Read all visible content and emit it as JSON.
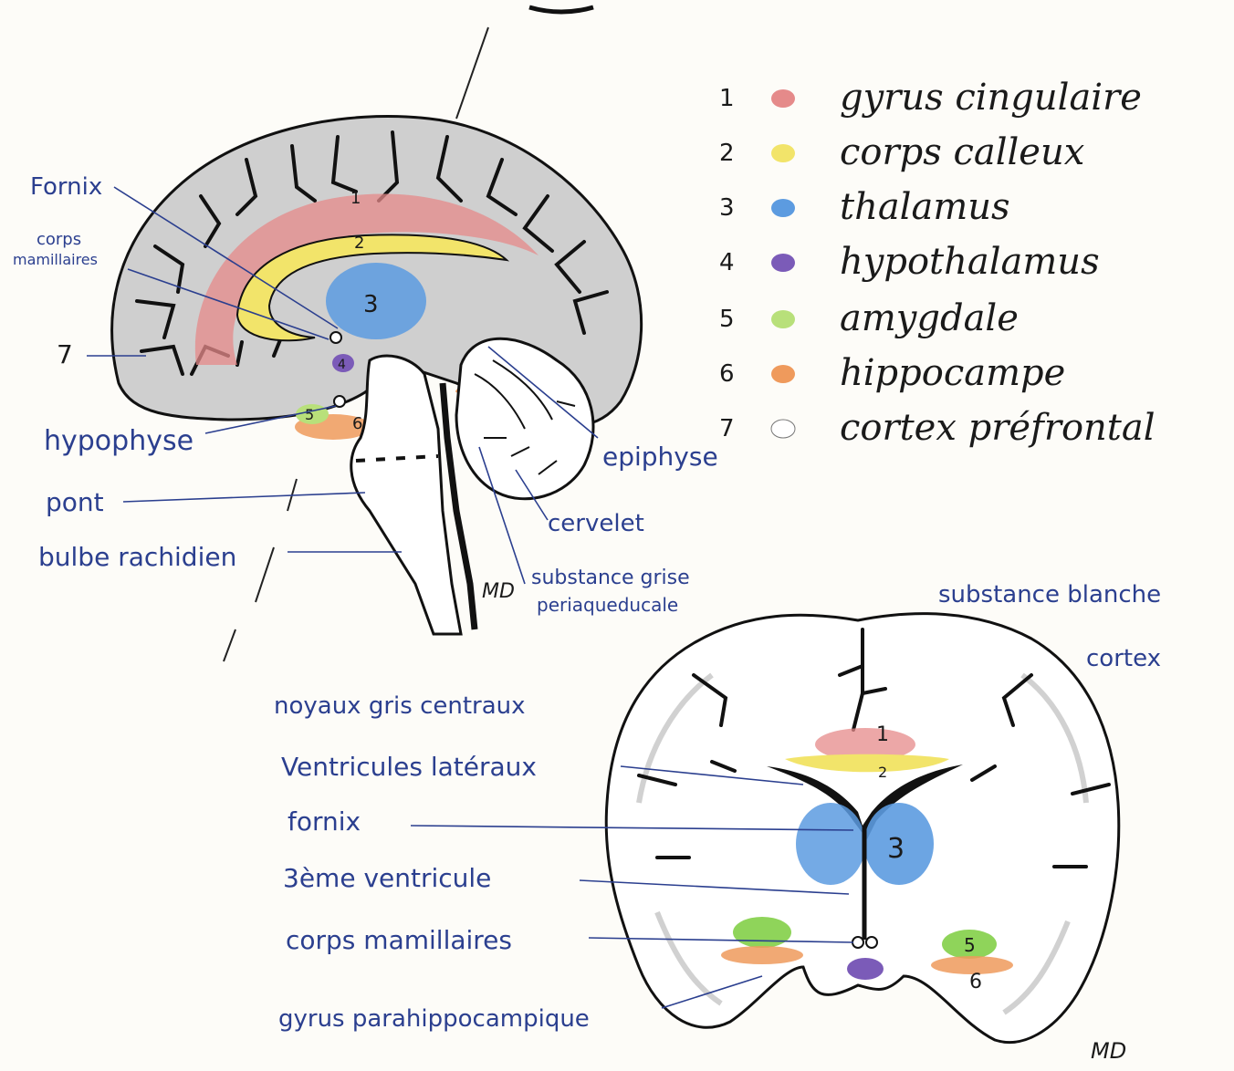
{
  "legend": [
    {
      "num": "1",
      "label": "gyrus cingulaire",
      "color": "#e58a8a"
    },
    {
      "num": "2",
      "label": "corps calleux",
      "color": "#f2e46a"
    },
    {
      "num": "3",
      "label": "thalamus",
      "color": "#5c9be0"
    },
    {
      "num": "4",
      "label": "hypothalamus",
      "color": "#7b5bb8"
    },
    {
      "num": "5",
      "label": "amygdale",
      "color": "#b8e07a"
    },
    {
      "num": "6",
      "label": "hippocampe",
      "color": "#ef9a5c"
    },
    {
      "num": "7",
      "label": "cortex préfrontal",
      "color": "#ffffff"
    }
  ],
  "sagittal": {
    "labels": {
      "fornix": "Fornix",
      "corps": "corps",
      "mamillaires": "mamillaires",
      "seven": "7",
      "hypophyse": "hypophyse",
      "pont": "pont",
      "bulbe": "bulbe rachidien",
      "substance1": "substance grise",
      "substance2": "periaqueducale",
      "cervelet": "cervelet",
      "epiphyse": "epiphyse"
    },
    "regions": {
      "r1": "1",
      "r2": "2",
      "r3": "3",
      "r4": "4",
      "r5": "5",
      "r6": "6"
    }
  },
  "coronal": {
    "labels": {
      "blanche": "substance blanche",
      "cortex": "cortex",
      "noyaux": "noyaux gris centraux",
      "ventricules": "Ventricules latéraux",
      "fornix": "fornix",
      "troisieme": "3ème ventricule",
      "corps": "corps mamillaires",
      "gyrus": "gyrus parahippocampique"
    },
    "regions": {
      "r1": "1",
      "r2": "2",
      "r3": "3",
      "r5": "5",
      "r6": "6"
    }
  },
  "signature": "MD"
}
